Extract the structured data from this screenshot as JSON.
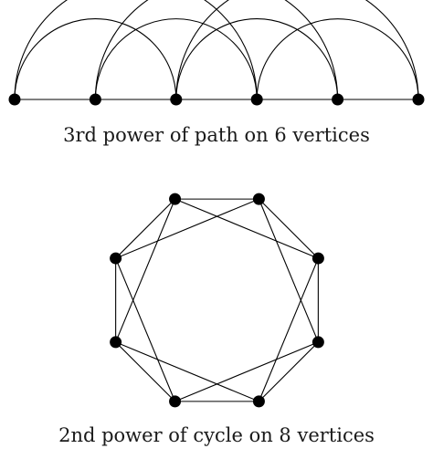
{
  "figure": {
    "path_graph": {
      "caption": "3rd power of path on 6 vertices",
      "vertex_count": 6,
      "power": 3
    },
    "cycle_graph": {
      "caption": "2nd power of cycle on 8 vertices",
      "vertex_count": 8,
      "power": 2
    },
    "colors": {
      "stroke": "#000000",
      "vertex_fill": "#000000",
      "background": "#ffffff"
    }
  }
}
